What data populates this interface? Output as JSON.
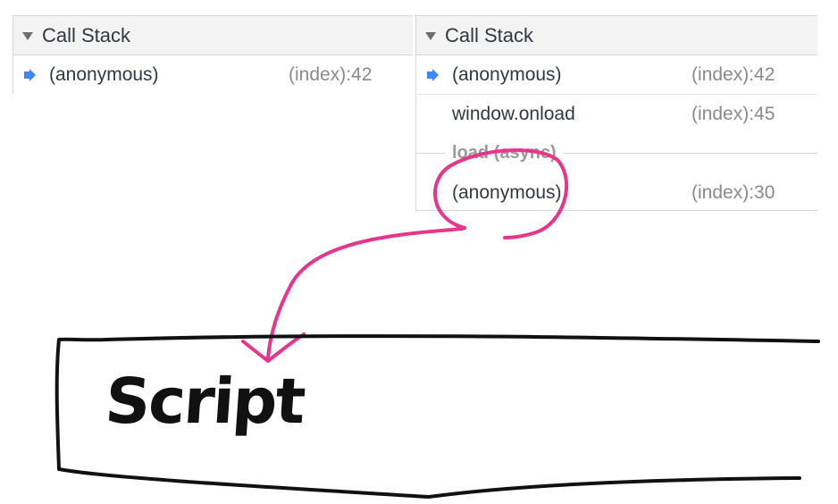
{
  "left_panel": {
    "title": "Call Stack",
    "frames": [
      {
        "function": "(anonymous)",
        "location": "(index):42",
        "current": true
      }
    ]
  },
  "right_panel": {
    "title": "Call Stack",
    "frames": [
      {
        "function": "(anonymous)",
        "location": "(index):42",
        "current": true
      },
      {
        "function": "window.onload",
        "location": "(index):45",
        "current": false
      }
    ],
    "async_separator": "load (async)",
    "async_frames": [
      {
        "function": "(anonymous)",
        "location": "(index):30"
      }
    ]
  },
  "annotation": {
    "label": "Script",
    "circle_color": "#e8358c",
    "box_color": "#111111"
  },
  "colors": {
    "current_frame_arrow": "#4285f4",
    "location_text": "#8a8a8a",
    "header_bg": "#f3f3f3"
  }
}
